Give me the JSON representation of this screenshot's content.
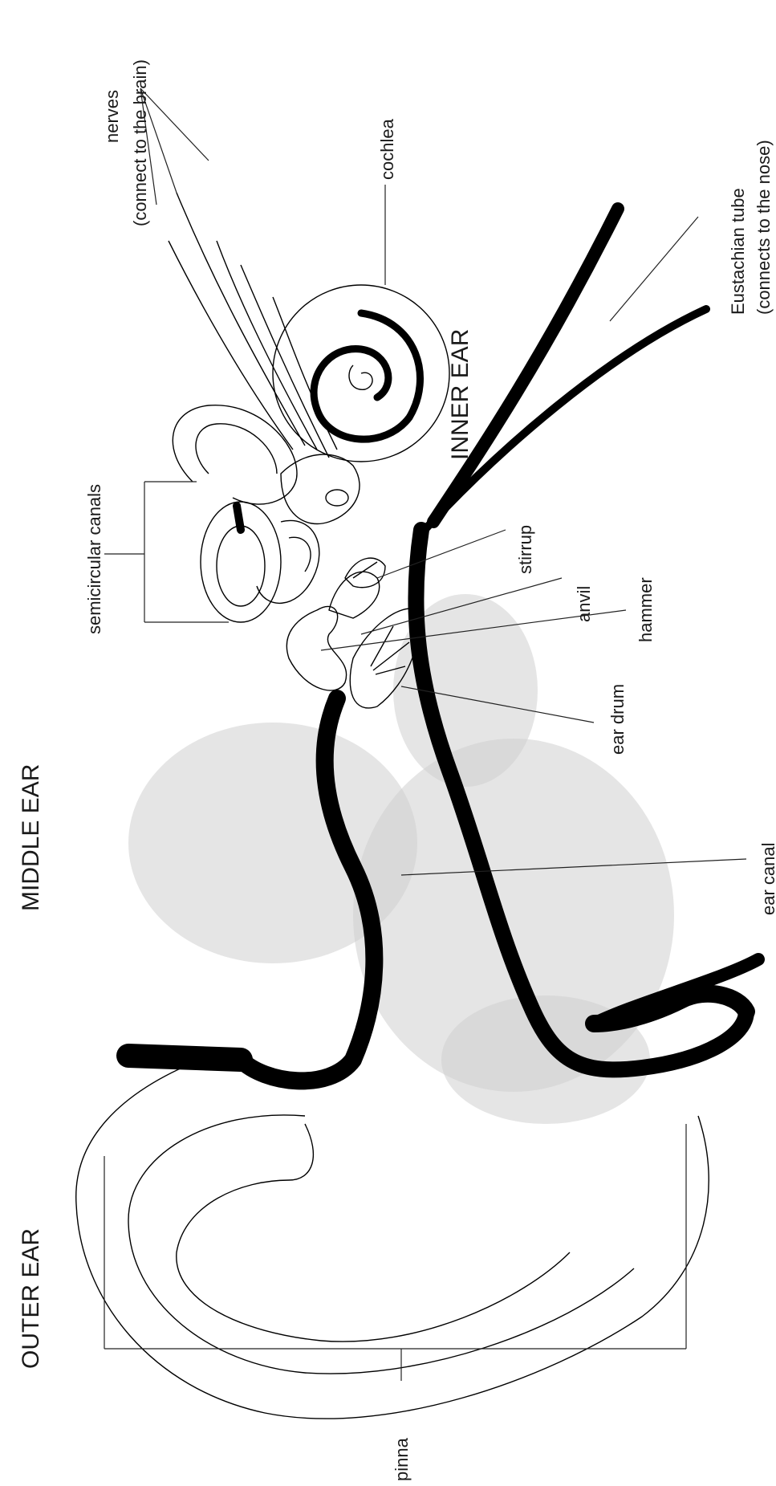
{
  "sections": {
    "outer": "OUTER EAR",
    "middle": "MIDDLE EAR",
    "inner": "INNER EAR"
  },
  "parts": {
    "nerves_line1": "nerves",
    "nerves_line2": "(connect to the brain)",
    "cochlea": "cochlea",
    "eustachian_line1": "Eustachian tube",
    "eustachian_line2": "(connects to the nose)",
    "semicircular": "semicircular canals",
    "stirrup": "stirrup",
    "anvil": "anvil",
    "hammer": "hammer",
    "ear_drum": "ear drum",
    "ear_canal": "ear canal",
    "pinna": "pinna"
  }
}
